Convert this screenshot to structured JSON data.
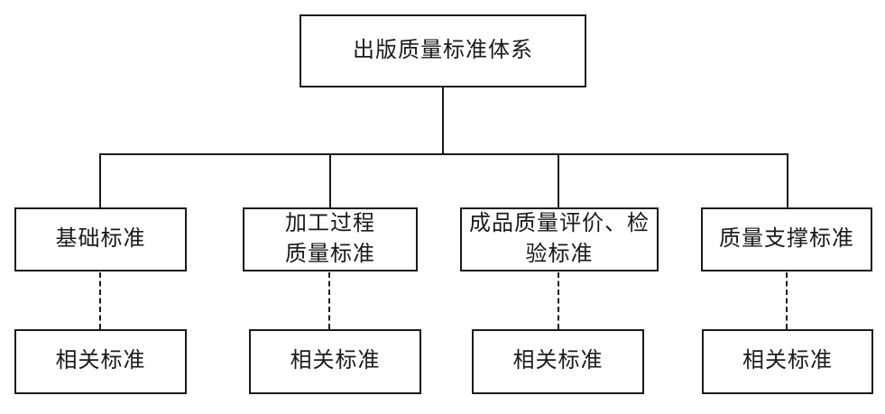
{
  "diagram": {
    "root": {
      "label": "出版质量标准体系"
    },
    "children": [
      {
        "label": "基础标准",
        "related_label": "相关标准"
      },
      {
        "label": "加工过程\n质量标准",
        "related_label": "相关标准"
      },
      {
        "label": "成品质量评价、检\n验标准",
        "related_label": "相关标准"
      },
      {
        "label": "质量支撑标准",
        "related_label": "相关标准"
      }
    ],
    "colors": {
      "line": "#1a1a1a",
      "text": "#1a1a1a",
      "background": "#ffffff"
    }
  }
}
